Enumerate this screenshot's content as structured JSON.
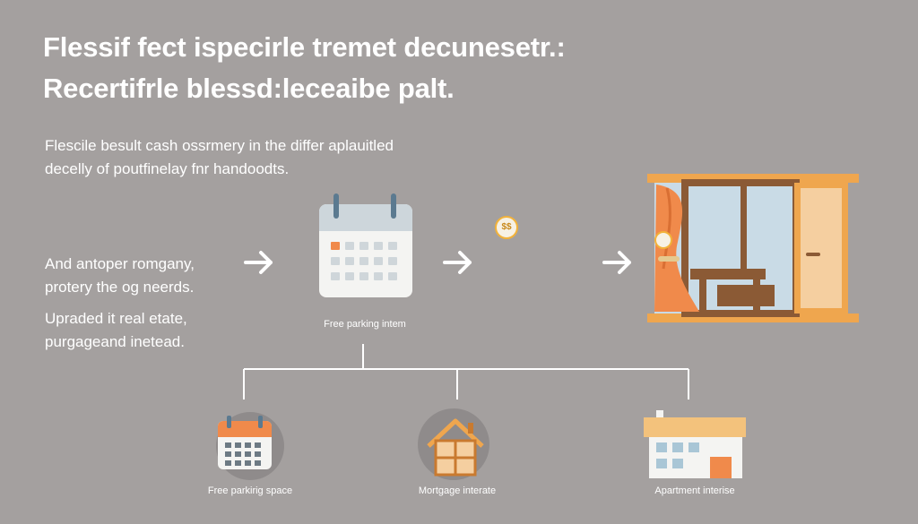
{
  "heading": {
    "line1": "Flessif fect ispecirle tremet decunesetr.:",
    "line2": "Recertifrle blessd:leceaibe palt."
  },
  "intro": {
    "line1": "Flescile besult cash ossrmery  in the differ aplauitled",
    "line2": "decelly of poutfinelay fnr handoodts."
  },
  "side_notes": [
    {
      "line1": "And antoper romgany,",
      "line2": "protery the og neerds."
    },
    {
      "line1": "Upraded it real etate,",
      "line2": "purgageand inetead."
    }
  ],
  "center_caption": "Free parking intem",
  "coin_symbol": "$$",
  "bottom_items": [
    {
      "label": "Free parkirig space",
      "icon": "calendar-icon"
    },
    {
      "label": "Mortgage interate",
      "icon": "house-icon"
    },
    {
      "label": "Apartment interise",
      "icon": "building-icon"
    }
  ],
  "colors": {
    "background": "#a4a09f",
    "accent_orange": "#f08a4b",
    "wood": "#efa64e",
    "calendar_blue": "#5b7a90",
    "sky": "#c9dbe6"
  }
}
